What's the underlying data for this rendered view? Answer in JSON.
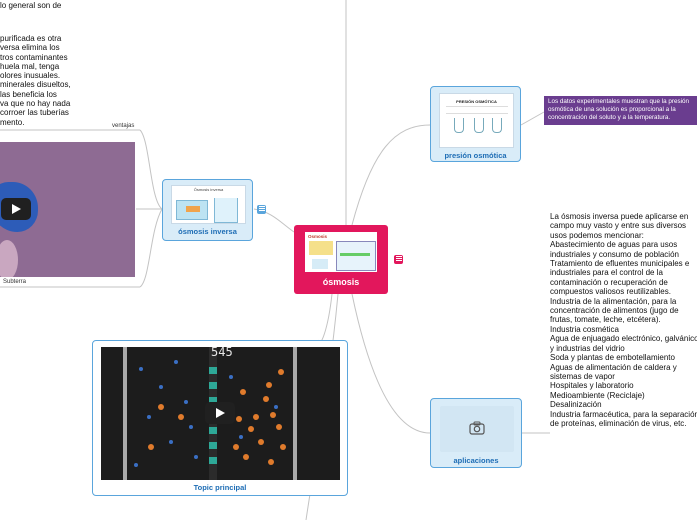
{
  "colors": {
    "central": "#e2175c",
    "topic_border": "#5aa5dc",
    "topic_fill": "#d9ecf8",
    "topic_text": "#1e6db5",
    "purple": "#6a3d8f",
    "links": "#bdbdbd"
  },
  "left_text": {
    "top": "filtración\nlo general son de",
    "body": "purificada es otra\nversa elimina los\ntros contaminantes\nhuela mal, tenga\nolores inusuales.\nminerales disueltos,\nlas beneficia los\nva que no hay nada\ncorroer las tuberías\nmento."
  },
  "labels": {
    "ventajas": "ventajas",
    "subterra": "Subterra"
  },
  "central": {
    "label": "ósmosis",
    "thumb_title": "Osmosis"
  },
  "osmosis_inversa": {
    "label": "ósmosis inversa",
    "thumb_title": "Ósmosis inversa"
  },
  "presion": {
    "label": "presión osmótica",
    "thumb_title": "PRESIÓN OSMÓTICA",
    "note": "Los datos experimentales muestran que la presión\nosmótica de una solución es proporcional a la\nconcentración del soluto y a la temperatura."
  },
  "aplicaciones": {
    "label": "aplicaciones",
    "icon": "camera-icon",
    "text": "La ósmosis inversa puede aplicarse en\ncampo muy vasto y entre sus diversos\nusos podemos mencionar:\nAbastecimiento de aguas para usos\nindustriales y consumo de población\nTratamiento de efluentes municipales e\nindustriales para el control de la\ncontaminación o recuperación de\ncompuestos valiosos reutilizables.\nIndustria de la alimentación, para la\nconcentración de alimentos (jugo de\nfrutas, tomate, leche, etcétera).\nIndustria cosmética\nAgua de enjuagado electrónico, galvánico\ny industrias del vidrio\nSoda y plantas de embotellamiento\nAguas de alimentación de caldera y\nsistemas de vapor\nHospitales y laboratorio\nMedioambiente (Reciclaje)\nDesalinización\nIndustria farmacéutica, para la separación\nde proteínas, eliminación de virus, etc."
  },
  "video_main": {
    "label": "Topic principal",
    "counter": "545"
  }
}
